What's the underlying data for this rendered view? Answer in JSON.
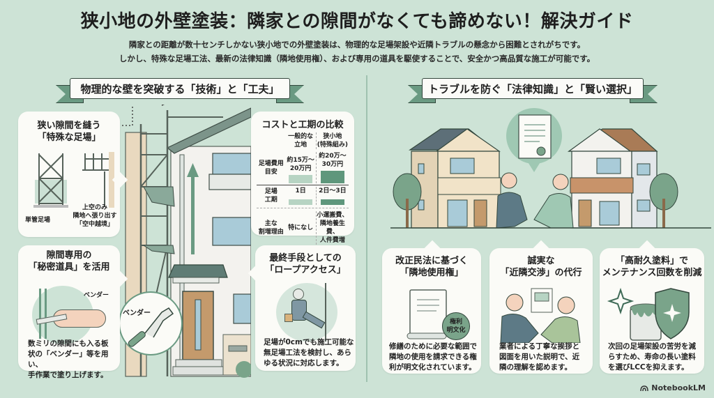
{
  "title": "狭小地の外壁塗装：隣家との隙間がなくても諦めない！解決ガイド",
  "subtitle": [
    "隣家との距離が数十センチしかない狭小地での外壁塗装は、物理的な足場架設や近隣トラブルの懸念から困難とされがちです。",
    "しかし、特殊な足場工法、最新の法律知識（隣地使用権）、および専用の道具を駆使することで、安全かつ高品質な施工が可能です。"
  ],
  "left_section": {
    "ribbon": "物理的な壁を突破する「技術」と「工夫」",
    "scaffold_card": {
      "title_lines": [
        "狭い隙間を縫う",
        "「特殊な足場」"
      ],
      "label_single": "単管足場",
      "label_aerial_lines": [
        "上空のみ",
        "隣地へ張り出す",
        "「空中越境」"
      ]
    },
    "cost_card": {
      "title": "コストと工期の比較",
      "col_headers": [
        [
          "一般的な",
          "立地"
        ],
        [
          "狭小地",
          "(特殊組み)"
        ]
      ],
      "rows": [
        {
          "label": [
            "足場費用",
            "目安"
          ],
          "values": [
            [
              "約15万～",
              "20万円"
            ],
            [
              "約20万～",
              "30万円"
            ]
          ]
        },
        {
          "label": [
            "足場",
            "工期"
          ],
          "values": [
            [
              "1日"
            ],
            [
              "2日～3日"
            ]
          ]
        },
        {
          "label": [
            "主な",
            "割増理由"
          ],
          "values": [
            [
              "特になし"
            ],
            [
              "小運搬費、",
              "隣地養生費、",
              "人件費増"
            ]
          ]
        }
      ],
      "colors": {
        "normal": "#b7d4c3",
        "narrow": "#5f977c"
      }
    },
    "tool_card": {
      "title_lines": [
        "隙間専用の",
        "「秘密道具」を活用"
      ],
      "tool_label": "ベンダー",
      "body_lines": [
        "数ミリの隙間にも入る板",
        "状の「ベンダー」等を用い、",
        "手作業で塗り上げます。"
      ]
    },
    "callout_tool_label": "ベンダー",
    "rope_card": {
      "title_lines": [
        "最終手段としての",
        "「ロープアクセス」"
      ],
      "body_lines": [
        "足場が0cmでも施工可能な",
        "無足場工法を検討し、あら",
        "ゆる状況に対応します。"
      ]
    }
  },
  "right_section": {
    "ribbon": "トラブルを防ぐ「法律知識」と「賢い選択」",
    "law_card": {
      "title_lines": [
        "改正民法に基づく",
        "「隣地使用権」"
      ],
      "stamp_lines": [
        "権利",
        "明文化"
      ],
      "body_lines": [
        "修繕のために必要な範囲で",
        "隣地の使用を請求できる権",
        "利が明文化されています。"
      ]
    },
    "negotiation_card": {
      "title_lines": [
        "誠実な",
        "「近隣交渉」の代行"
      ],
      "body_lines": [
        "業者による丁寧な挨拶と",
        "図面を用いた説明で、近",
        "隣の理解を認めます。"
      ]
    },
    "paint_card": {
      "title_lines": [
        "「高耐久塗料」で",
        "メンテナンス回数を削減"
      ],
      "body_lines": [
        "次回の足場架設の苦労を減",
        "らすため、寿命の長い塗料",
        "を選びLCCを抑えます。"
      ]
    }
  },
  "footer": {
    "brand": "NotebookLM"
  },
  "colors": {
    "background": "#cde3d6",
    "accent": "#6a9a82",
    "dark_accent": "#33473d",
    "card": "#fbfbf7"
  }
}
